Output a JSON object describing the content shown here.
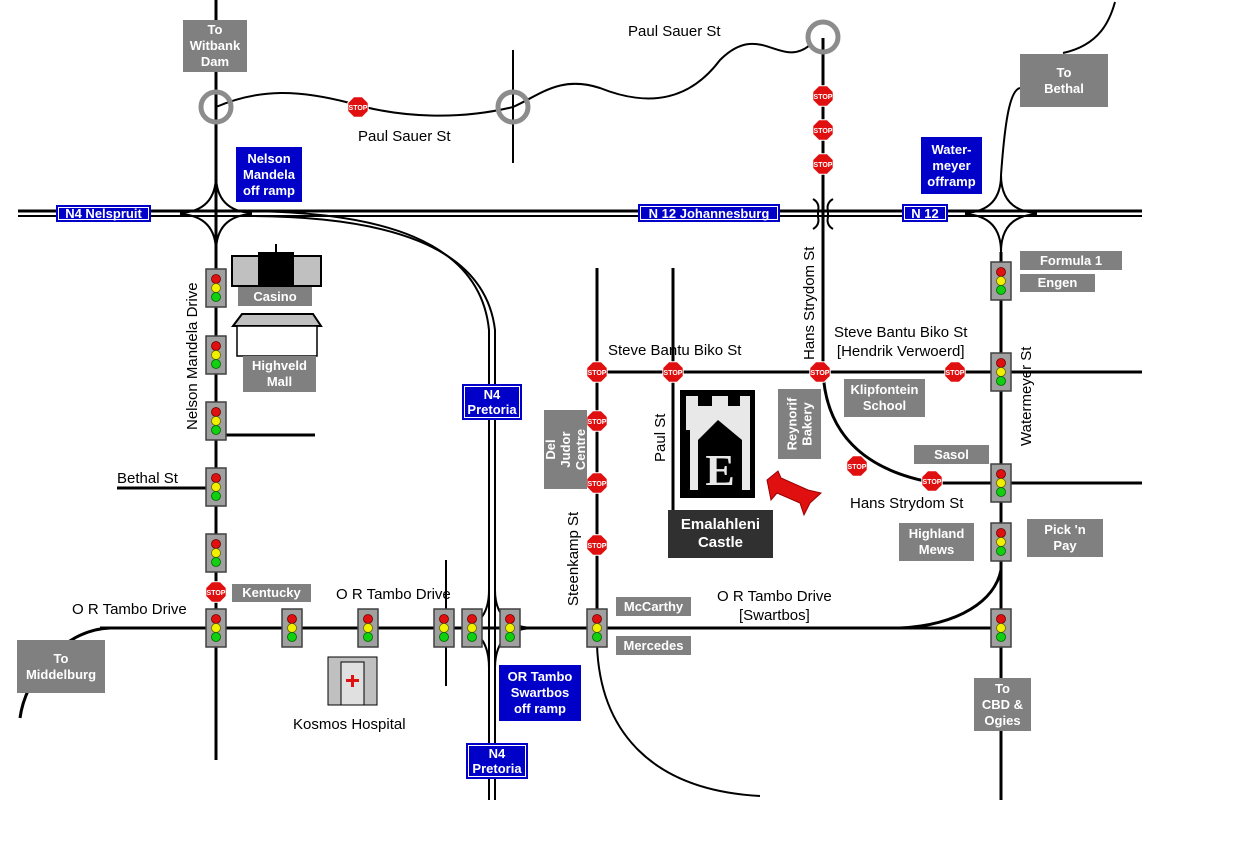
{
  "title": "Directions to Emalahleni Castle",
  "streets": {
    "paul_sauer_top": "Paul Sauer St",
    "paul_sauer_left": "Paul Sauer St",
    "nelson_mandela_drive": "Nelson Mandela Drive",
    "hans_strydom_vertical": "Hans Strydom St",
    "steve_biko_left": "Steve Bantu Biko St",
    "steve_biko_right": "Steve Bantu Biko St\n[Hendrik Verwoerd]",
    "watermeyer": "Watermeyer St",
    "paul_st": "Paul St",
    "steenkamp": "Steenkamp St",
    "bethal_st": "Bethal St",
    "or_tambo_left": "O R Tambo Drive",
    "or_tambo_mid": "O R Tambo Drive",
    "or_tambo_right": "O R Tambo Drive\n[Swartbos]",
    "hans_strydom_right": "Hans Strydom St"
  },
  "highway_signs": {
    "n4_nelspruit": "N4 Nelspruit",
    "n12_johannesburg": "N 12 Johannesburg",
    "n12": "N 12",
    "n4_pretoria_mid": "N4\nPretoria",
    "n4_pretoria_bottom": "N4\nPretoria"
  },
  "offramps": {
    "nelson_mandela": "Nelson\nMandela\noff ramp",
    "watermeyer": "Water-\nmeyer\nofframp",
    "or_tambo_swartbos": "OR Tambo\nSwartbos\noff ramp"
  },
  "destinations": {
    "witbank_dam": "To\nWitbank\nDam",
    "bethal": "To\nBethal",
    "middelburg": "To\nMiddelburg",
    "cbd_ogies": "To\nCBD &\nOgies"
  },
  "landmarks": {
    "casino": "Casino",
    "highveld_mall": "Highveld\nMall",
    "kentucky": "Kentucky",
    "kosmos_hospital": "Kosmos Hospital",
    "del_judor": "Del Judor\nCentre",
    "reynorif_bakery": "Reynorif\nBakery",
    "klipfontein_school": "Klipfontein\nSchool",
    "sasol": "Sasol",
    "highland_mews": "Highland\nMews",
    "pick_n_pay": "Pick 'n\nPay",
    "formula1": "Formula 1",
    "engen": "Engen",
    "mccarthy": "McCarthy",
    "mercedes": "Mercedes",
    "castle": "Emalahleni\nCastle"
  },
  "stop_sign_text": "STOP",
  "colors": {
    "highway_blue": "#0000c8",
    "label_gray": "#808080",
    "castle_dark": "#303030",
    "stop_red": "#e01010",
    "arrow_red": "#e01010",
    "roundabout_gray": "#8c8c8c"
  }
}
